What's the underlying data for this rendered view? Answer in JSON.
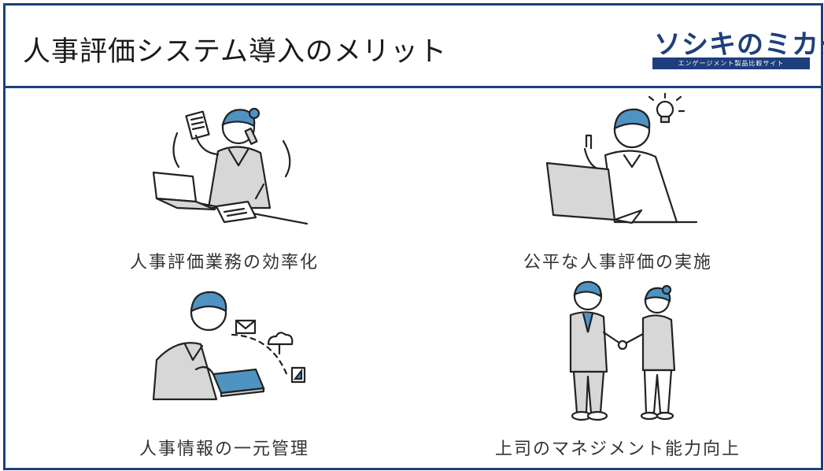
{
  "header": {
    "title": "人事評価システム導入のメリット",
    "logo_text": "ソシキのミカタ",
    "logo_tagline": "エンゲージメント製品比較サイト"
  },
  "benefits": [
    {
      "label": "人事評価業務の効率化",
      "icon": "busy-office-worker-icon"
    },
    {
      "label": "公平な人事評価の実施",
      "icon": "idea-worker-icon"
    },
    {
      "label": "人事情報の一元管理",
      "icon": "tablet-cloud-icon"
    },
    {
      "label": "上司のマネジメント能力向上",
      "icon": "handshake-icon"
    }
  ],
  "colors": {
    "frame": "#1f3e7c",
    "accent_blue": "#4f93c3",
    "gray_fill": "#d7d7d7",
    "text": "#333333"
  }
}
